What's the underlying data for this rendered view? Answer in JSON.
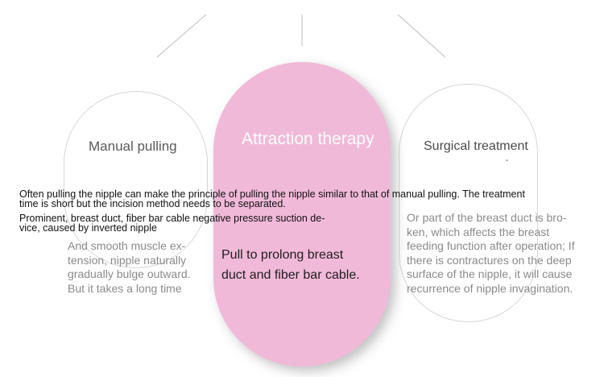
{
  "colors": {
    "center_capsule": "#f1b9d8",
    "outline": "#d6d6d6",
    "connector": "#c8c8c8",
    "muted_text": "#8a8a8a"
  },
  "left": {
    "title": "Manual pulling",
    "desc_lines": [
      "And smooth muscle ex-",
      "tension, nipple naturally",
      "gradually bulge outward.",
      "But it takes a long time"
    ]
  },
  "center": {
    "title": "Attraction therapy",
    "desc_lines": [
      "Pull to prolong breast",
      "duct and fiber bar cable."
    ]
  },
  "right": {
    "title": "Surgical treatment",
    "desc_lines": [
      "Or part of the breast duct is bro-",
      "ken, which affects the breast",
      "feeding function after operation; If",
      "there is contractures on the deep",
      "surface of the nipple, it will cause",
      "recurrence of nipple invagination."
    ]
  },
  "overlay": {
    "line1": "Often pulling the nipple can make the principle of pulling the nipple similar to that of manual pulling. The treatment",
    "line2": "time is short but the incision method needs to be separated.",
    "line3": "Prominent, breast duct, fiber bar cable negative pressure suction de-",
    "line4": "vice, caused by inverted nipple"
  }
}
